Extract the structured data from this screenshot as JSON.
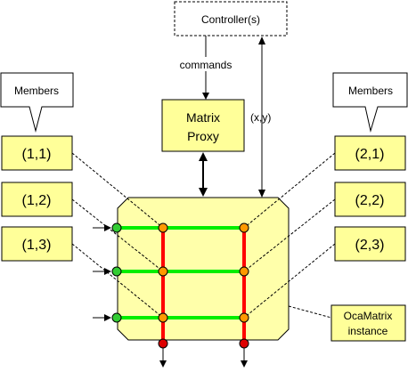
{
  "controller_label": "Controller(s)",
  "commands_label": "commands",
  "coordinate_label": "(x,y)",
  "proxy_label_line1": "Matrix",
  "proxy_label_line2": "Proxy",
  "members_callout_left": "Members",
  "members_callout_right": "Members",
  "left_members": [
    "(1,1)",
    "(1,2)",
    "(1,3)"
  ],
  "right_members": [
    "(2,1)",
    "(2,2)",
    "(2,3)"
  ],
  "instance_label_line1": "OcaMatrix",
  "instance_label_line2": "instance",
  "colors": {
    "box_fill": "#ffff99",
    "matrix_fill": "#ffffaa",
    "row_line": "#00ee00",
    "column_line": "#ff0000",
    "input_node": "#33cc33",
    "crosspoint_node": "#ff9900",
    "output_node": "#dd0000"
  }
}
